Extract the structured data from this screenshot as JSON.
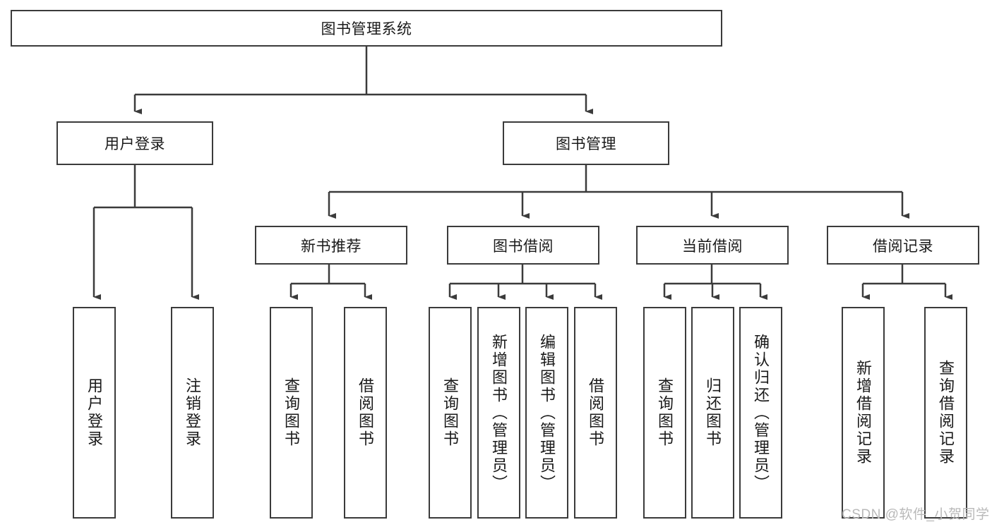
{
  "diagram": {
    "title_node": {
      "label": "图书管理系统"
    },
    "level2": [
      {
        "id": "user-login",
        "label": "用户登录"
      },
      {
        "id": "book-manage",
        "label": "图书管理"
      }
    ],
    "level3": [
      {
        "id": "new-book-recommend",
        "label": "新书推荐"
      },
      {
        "id": "book-borrow",
        "label": "图书借阅"
      },
      {
        "id": "current-borrow",
        "label": "当前借阅"
      },
      {
        "id": "borrow-record",
        "label": "借阅记录"
      }
    ],
    "leaves": {
      "user_login": [
        {
          "id": "leaf-user-login",
          "label": "用户登录"
        },
        {
          "id": "leaf-logout-login",
          "label": "注销登录"
        }
      ],
      "new_book_recommend": [
        {
          "id": "leaf-query-book-1",
          "label": "查询图书"
        },
        {
          "id": "leaf-borrow-book-1",
          "label": "借阅图书"
        }
      ],
      "book_borrow": [
        {
          "id": "leaf-query-book-2",
          "label": "查询图书"
        },
        {
          "id": "leaf-add-book",
          "label": "新增图书（管理员）"
        },
        {
          "id": "leaf-edit-book",
          "label": "编辑图书（管理员）"
        },
        {
          "id": "leaf-borrow-book-2",
          "label": "借阅图书"
        }
      ],
      "current_borrow": [
        {
          "id": "leaf-query-book-3",
          "label": "查询图书"
        },
        {
          "id": "leaf-return-book",
          "label": "归还图书"
        },
        {
          "id": "leaf-confirm-return",
          "label": "确认归还（管理员）"
        }
      ],
      "borrow_record": [
        {
          "id": "leaf-add-record",
          "label": "新增借阅记录"
        },
        {
          "id": "leaf-query-record",
          "label": "查询借阅记录"
        }
      ]
    },
    "watermark": "CSDN @软件_小贺同学",
    "colors": {
      "stroke": "#3b3b3b",
      "fill": "#ffffff",
      "text": "#1a1a1a",
      "watermark": "#b9b9b9"
    }
  }
}
